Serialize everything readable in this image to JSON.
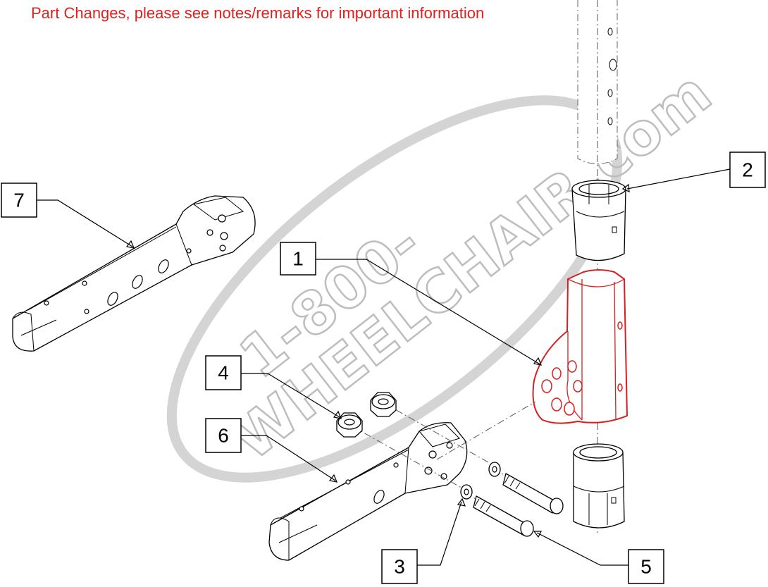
{
  "notice": "Part Changes, please see notes/remarks for important information",
  "watermark": {
    "line1": "1-800-",
    "line2": "WHEELCHAIR.com"
  },
  "colors": {
    "notice": "#e0201e",
    "highlight": "#d61f1f",
    "watermark": "#bdbdbd"
  },
  "callouts": [
    {
      "id": "1",
      "label": "1"
    },
    {
      "id": "2",
      "label": "2"
    },
    {
      "id": "3",
      "label": "3"
    },
    {
      "id": "4",
      "label": "4"
    },
    {
      "id": "5",
      "label": "5"
    },
    {
      "id": "6",
      "label": "6"
    },
    {
      "id": "7",
      "label": "7"
    }
  ]
}
